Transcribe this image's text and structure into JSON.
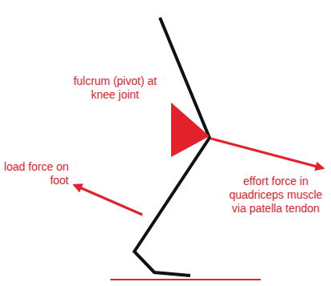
{
  "diagram": {
    "labels": [
      "fulcrum (pivot) at knee joint",
      "load force on foot",
      "effort force in quadriceps muscle via patella tendon"
    ]
  }
}
